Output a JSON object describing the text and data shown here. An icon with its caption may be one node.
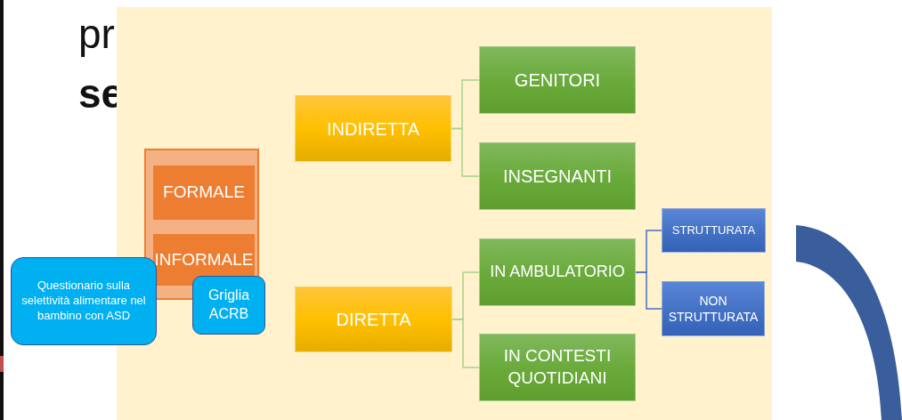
{
  "diagram": {
    "nodes": [
      {
        "text": [],
        "shape": "box"
      },
      {
        "text": [
          "FORMALE"
        ],
        "in": 0
      },
      {
        "text": [
          "INFORMALE"
        ],
        "in": 0
      },
      {
        "text": [
          "Questionario sulla selettività alimentare nel bambino con ASD"
        ]
      },
      {
        "text": [
          "Griglia ACRB"
        ]
      },
      {
        "text": [
          "INDIRETTA"
        ]
      },
      {
        "text": [
          "DIRETTA"
        ]
      },
      {
        "text": [
          "GENITORI"
        ]
      },
      {
        "text": [
          "INSEGNANTI"
        ]
      },
      {
        "text": [
          "IN AMBULATORIO"
        ]
      },
      {
        "text": [
          "IN CONTESTI QUOTIDIANI"
        ]
      },
      {
        "text": [
          "STRUTTURATA"
        ]
      },
      {
        "text": [
          "NON STRUTTURATA"
        ]
      },
      {
        "text": [],
        "shape": "band"
      }
    ],
    "edges": [
      {
        "from": 5,
        "to": 7,
        "arrow": "none"
      },
      {
        "from": 5,
        "to": 8,
        "arrow": "none"
      },
      {
        "from": 6,
        "to": 9,
        "arrow": "none"
      },
      {
        "from": 6,
        "to": 10,
        "arrow": "none"
      },
      {
        "from": 9,
        "to": 11,
        "arrow": "none",
        "color": "#4472c4"
      },
      {
        "from": 9,
        "to": 12,
        "arrow": "none",
        "color": "#4472c4"
      }
    ],
    "labels": [
      "pr",
      "se"
    ]
  }
}
